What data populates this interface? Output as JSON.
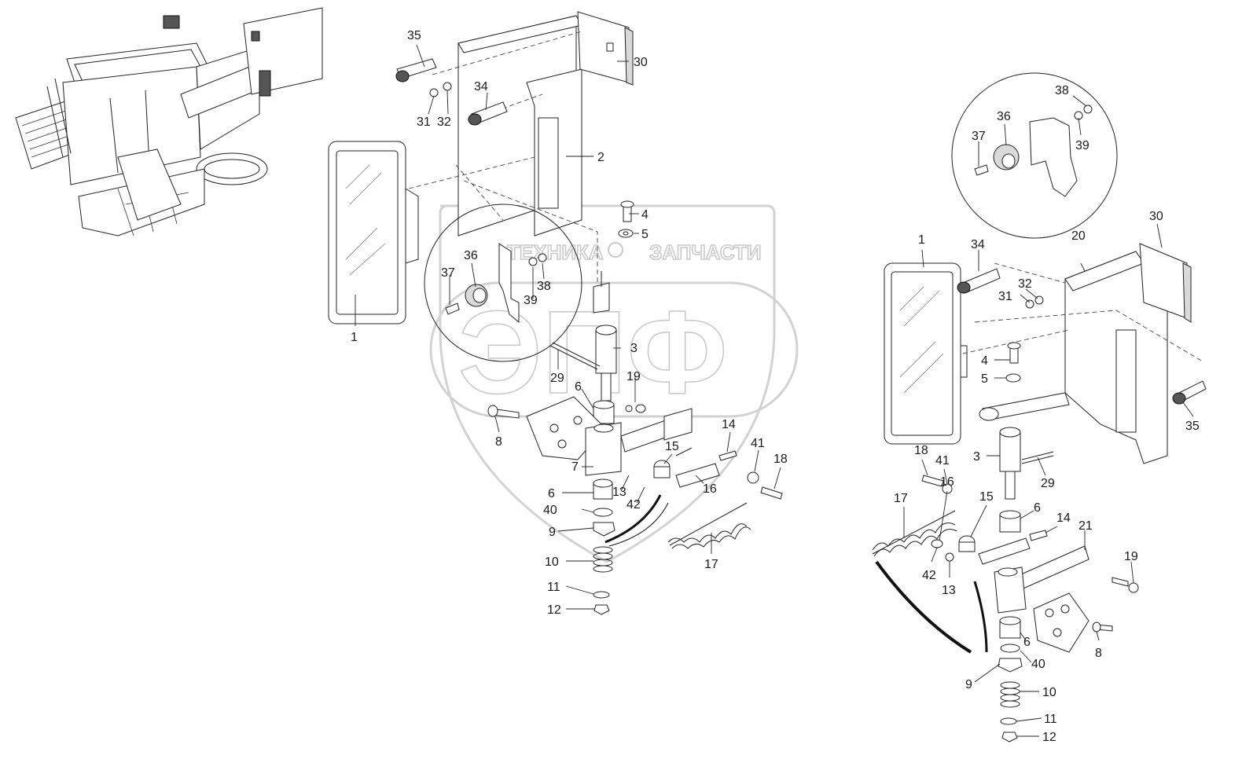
{
  "watermark": {
    "line1": "ТЕХНИКА",
    "line2": "ЗАПЧАСТИ",
    "logo": "ЭПФ"
  },
  "callouts_left": [
    {
      "id": "l35",
      "label": "35"
    },
    {
      "id": "l30",
      "label": "30"
    },
    {
      "id": "l34",
      "label": "34"
    },
    {
      "id": "l31",
      "label": "31"
    },
    {
      "id": "l32",
      "label": "32"
    },
    {
      "id": "l2",
      "label": "2"
    },
    {
      "id": "l4",
      "label": "4"
    },
    {
      "id": "l5",
      "label": "5"
    },
    {
      "id": "l36",
      "label": "36"
    },
    {
      "id": "l37",
      "label": "37"
    },
    {
      "id": "l38",
      "label": "38"
    },
    {
      "id": "l39",
      "label": "39"
    },
    {
      "id": "l1",
      "label": "1"
    },
    {
      "id": "l3",
      "label": "3"
    },
    {
      "id": "l29",
      "label": "29"
    },
    {
      "id": "l19",
      "label": "19"
    },
    {
      "id": "l6a",
      "label": "6"
    },
    {
      "id": "l8",
      "label": "8"
    },
    {
      "id": "l14",
      "label": "14"
    },
    {
      "id": "l41",
      "label": "41"
    },
    {
      "id": "l18",
      "label": "18"
    },
    {
      "id": "l15",
      "label": "15"
    },
    {
      "id": "l7",
      "label": "7"
    },
    {
      "id": "l6b",
      "label": "6"
    },
    {
      "id": "l13",
      "label": "13"
    },
    {
      "id": "l16",
      "label": "16"
    },
    {
      "id": "l42",
      "label": "42"
    },
    {
      "id": "l40",
      "label": "40"
    },
    {
      "id": "l9",
      "label": "9"
    },
    {
      "id": "l17",
      "label": "17"
    },
    {
      "id": "l10",
      "label": "10"
    },
    {
      "id": "l11",
      "label": "11"
    },
    {
      "id": "l12",
      "label": "12"
    }
  ],
  "callouts_right": [
    {
      "id": "r38",
      "label": "38"
    },
    {
      "id": "r36",
      "label": "36"
    },
    {
      "id": "r37",
      "label": "37"
    },
    {
      "id": "r39",
      "label": "39"
    },
    {
      "id": "r30",
      "label": "30"
    },
    {
      "id": "r1",
      "label": "1"
    },
    {
      "id": "r34",
      "label": "34"
    },
    {
      "id": "r20",
      "label": "20"
    },
    {
      "id": "r32",
      "label": "32"
    },
    {
      "id": "r31",
      "label": "31"
    },
    {
      "id": "r4",
      "label": "4"
    },
    {
      "id": "r5",
      "label": "5"
    },
    {
      "id": "r35",
      "label": "35"
    },
    {
      "id": "r3",
      "label": "3"
    },
    {
      "id": "r18",
      "label": "18"
    },
    {
      "id": "r41",
      "label": "41"
    },
    {
      "id": "r29",
      "label": "29"
    },
    {
      "id": "r16",
      "label": "16"
    },
    {
      "id": "r17",
      "label": "17"
    },
    {
      "id": "r15",
      "label": "15"
    },
    {
      "id": "r6a",
      "label": "6"
    },
    {
      "id": "r14",
      "label": "14"
    },
    {
      "id": "r21",
      "label": "21"
    },
    {
      "id": "r42",
      "label": "42"
    },
    {
      "id": "r13",
      "label": "13"
    },
    {
      "id": "r19",
      "label": "19"
    },
    {
      "id": "r8",
      "label": "8"
    },
    {
      "id": "r6b",
      "label": "6"
    },
    {
      "id": "r40",
      "label": "40"
    },
    {
      "id": "r9",
      "label": "9"
    },
    {
      "id": "r10",
      "label": "10"
    },
    {
      "id": "r11",
      "label": "11"
    },
    {
      "id": "r12",
      "label": "12"
    }
  ]
}
